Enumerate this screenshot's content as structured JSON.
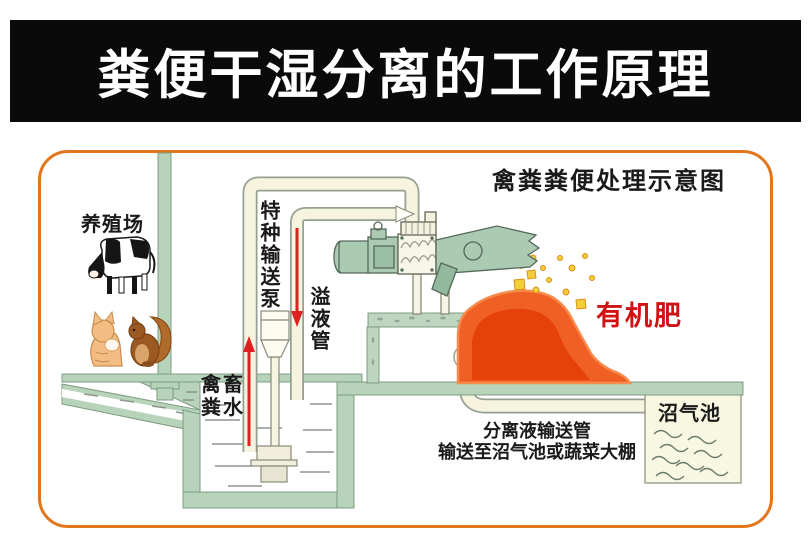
{
  "header": {
    "title": "粪便干湿分离的工作原理"
  },
  "diagram": {
    "title": "禽粪粪便处理示意图",
    "labels": {
      "farm": "养殖场",
      "pump": "特种输送泵",
      "overflow_pipe": "溢液管",
      "manure_water": "禽畜粪水",
      "organic_fertilizer": "有机肥",
      "biogas_pool": "沼气池",
      "pipe_note_line1": "分离液输送管",
      "pipe_note_line2": "输送至沼气池或蔬菜大棚"
    },
    "icons": {
      "farm_animals": [
        "cow",
        "kitten",
        "squirrel"
      ],
      "valve": "down-triangle-valve",
      "flow_arrows": [
        "up-red-arrow",
        "down-red-arrow"
      ]
    },
    "colors": {
      "banner_bg": "#0a0a0a",
      "banner_text": "#ffffff",
      "frame_border": "#e2761c",
      "wall_green": "#b7d3ba",
      "machine_green": "#abcab2",
      "pipe_cream": "#f6f3df",
      "pile_orange": "#f06024",
      "pile_core": "#e33d05",
      "particle_yellow": "#f2cf3a",
      "arrow_red": "#e02020",
      "organic_text_red": "#cf1212"
    }
  }
}
